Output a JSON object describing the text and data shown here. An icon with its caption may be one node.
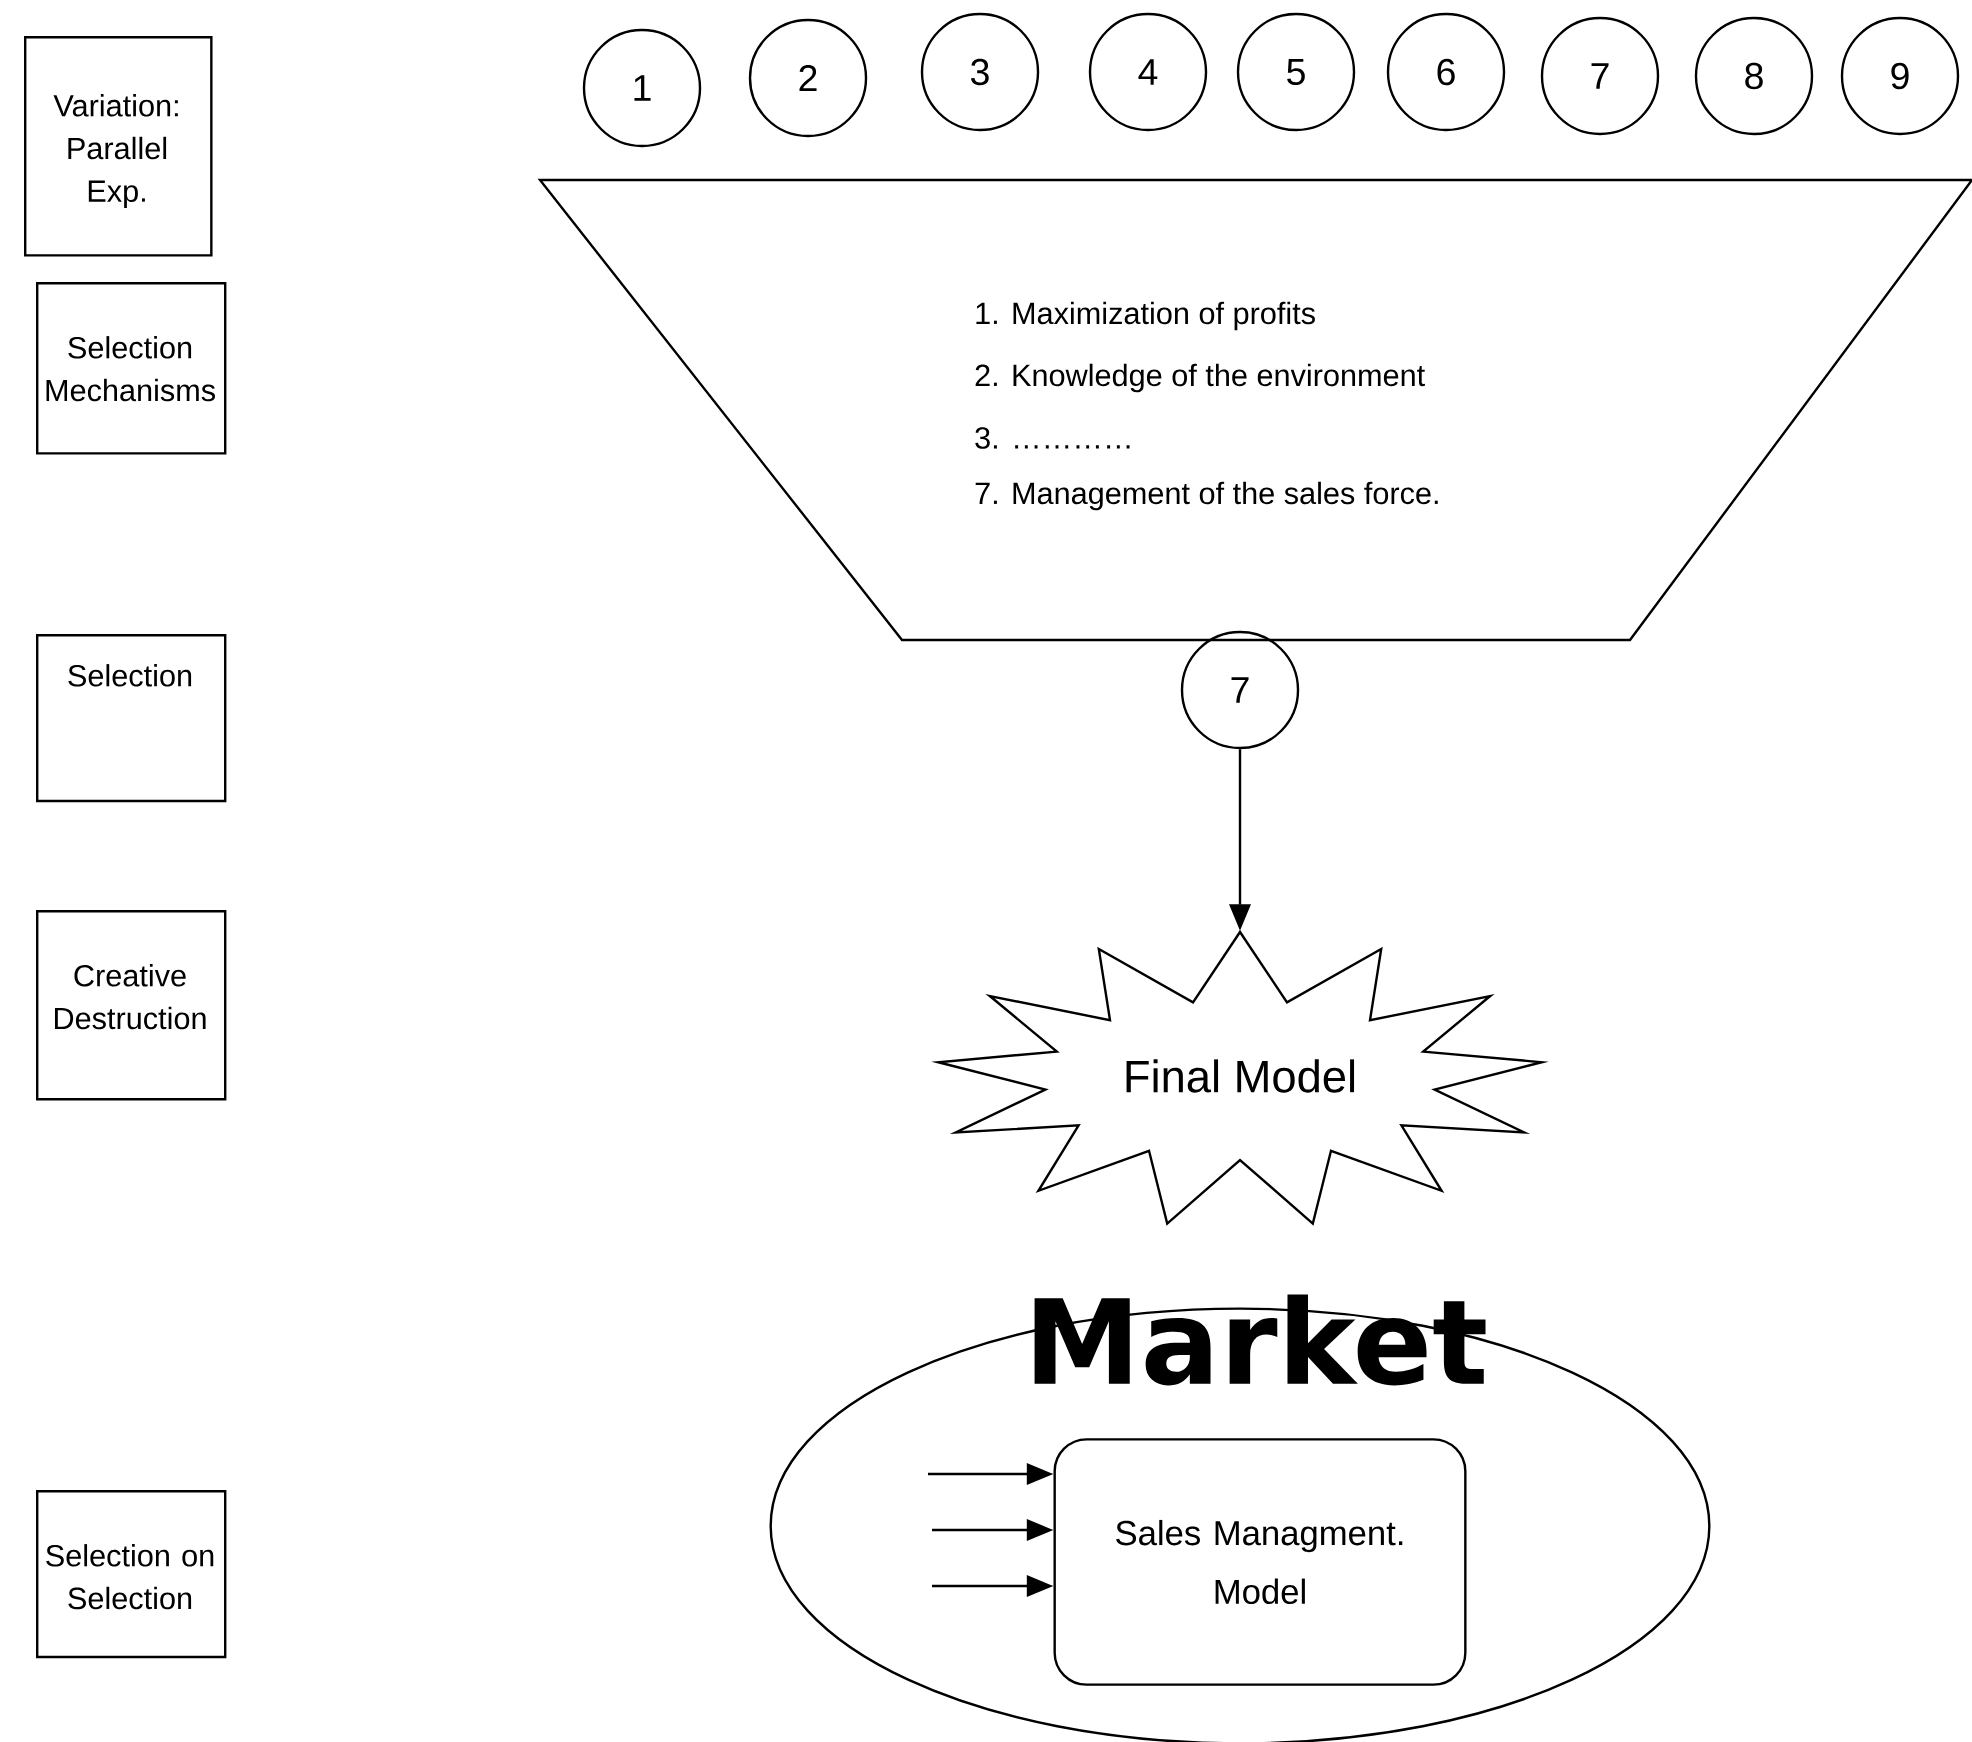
{
  "diagram": {
    "nodes": [
      {
        "text": [
          "Variation: Parallel Exp."
        ]
      },
      {
        "text": [
          "Selection Mechanisms"
        ]
      },
      {
        "text": [
          "Selection"
        ]
      },
      {
        "text": [
          "Creative Destruction"
        ]
      },
      {
        "text": [
          "Selection on Selection"
        ]
      },
      {
        "text": [
          "1"
        ]
      },
      {
        "text": [
          "2"
        ]
      },
      {
        "text": [
          "3"
        ]
      },
      {
        "text": [
          "4"
        ]
      },
      {
        "text": [
          "5"
        ]
      },
      {
        "text": [
          "6"
        ]
      },
      {
        "text": [
          "7"
        ]
      },
      {
        "text": [
          "8"
        ]
      },
      {
        "text": [
          "9"
        ]
      },
      {
        "text": [
          "1. Maximization of profits",
          "2. Knowledge of the environment",
          "3. …………",
          "7. Management of the sales force."
        ]
      },
      {
        "text": [
          "7"
        ]
      },
      {
        "text": [
          "Final Model"
        ]
      },
      {
        "text": [
          "Market"
        ]
      },
      {
        "text": [
          "Sales Managment. Model"
        ],
        "in": 17
      }
    ],
    "edges": [
      {
        "from": 15,
        "to": 16,
        "arrow": "to"
      },
      {
        "from": null,
        "to": 18,
        "arrow": "to"
      },
      {
        "from": null,
        "to": 18,
        "arrow": "to"
      },
      {
        "from": null,
        "to": 18,
        "arrow": "to"
      }
    ]
  }
}
